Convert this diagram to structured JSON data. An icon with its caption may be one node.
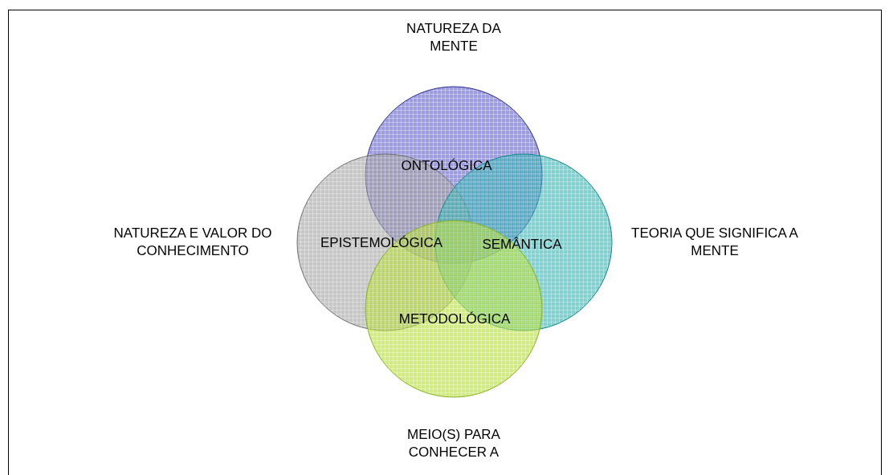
{
  "diagram": {
    "nodes": [
      {
        "text": [
          "ONTOLÓGICA"
        ],
        "beside": [
          "NATUREZA DA MENTE"
        ]
      },
      {
        "text": [
          "EPISTEMOLÓGICA"
        ],
        "beside": [
          "NATUREZA E VALOR DO CONHECIMENTO"
        ]
      },
      {
        "text": [
          "SEMÂNTICA"
        ],
        "beside": [
          "TEORIA QUE SIGNIFICA A MENTE"
        ]
      },
      {
        "text": [
          "METODOLÓGICA"
        ],
        "beside": [
          "MEIO(S) PARA CONHECER A"
        ]
      }
    ]
  }
}
